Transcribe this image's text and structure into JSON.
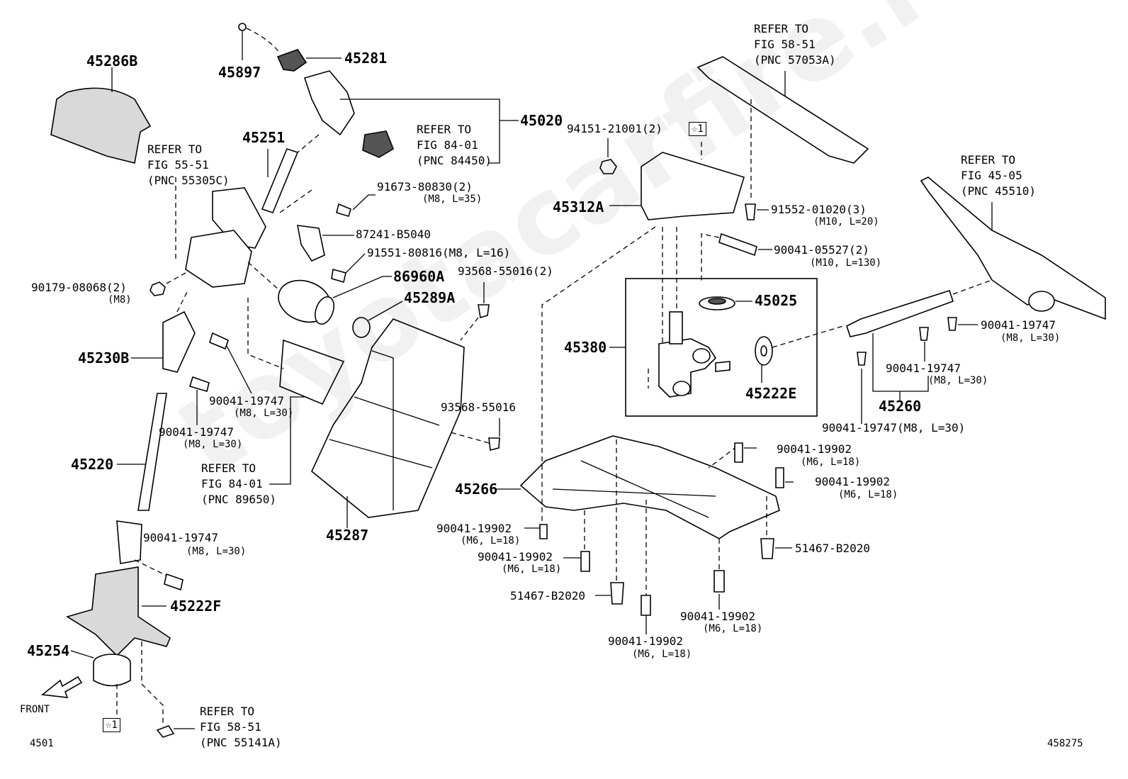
{
  "watermark": "toyotacarfire.ru",
  "corner": {
    "figure_code": "4501",
    "illustration_number": "458275"
  },
  "front_label": "FRONT",
  "star_ref": "☆1",
  "parts": {
    "p45286B": "45286B",
    "p45897": "45897",
    "p45281": "45281",
    "p45020": "45020",
    "p45251": "45251",
    "p91673": "91673-80830(2)",
    "p91673_spec": "(M8, L=35)",
    "p87241": "87241-B5040",
    "p91551": "91551-80816(M8, L=16)",
    "p86960A": "86960A",
    "p93568_2": "93568-55016(2)",
    "p45289A": "45289A",
    "p90179": "90179-08068(2)",
    "p90179_spec": "(M8)",
    "p45230B": "45230B",
    "p90041a": "90041-19747",
    "p90041a_spec": "(M8, L=30)",
    "p90041b": "90041-19747",
    "p90041b_spec": "(M8, L=30)",
    "p45220": "45220",
    "p93568": "93568-55016",
    "p90041c": "90041-19747",
    "p90041c_spec": "(M8, L=30)",
    "p45287": "45287",
    "p45222F": "45222F",
    "p45254": "45254",
    "p94151": "94151-21001(2)",
    "p45312A": "45312A",
    "p91552": "91552-01020(3)",
    "p91552_spec": "(M10, L=20)",
    "p90041_055": "90041-05527(2)",
    "p90041_055_spec": "(M10, L=130)",
    "p45025": "45025",
    "p45380": "45380",
    "p45222E": "45222E",
    "p90041d": "90041-19747",
    "p90041d_spec": "(M8, L=30)",
    "p90041e": "90041-19747",
    "p90041e_spec": "(M8, L=30)",
    "p45260": "45260",
    "p90041f": "90041-19747(M8, L=30)",
    "p45266": "45266",
    "p19902a": "90041-19902",
    "p19902a_spec": "(M6, L=18)",
    "p19902b": "90041-19902",
    "p19902b_spec": "(M6, L=18)",
    "p51467a": "51467-B2020",
    "p19902c": "90041-19902",
    "p19902c_spec": "(M6, L=18)",
    "p19902d": "90041-19902",
    "p19902d_spec": "(M6, L=18)",
    "p51467b": "51467-B2020",
    "p19902e": "90041-19902",
    "p19902e_spec": "(M6, L=18)",
    "p19902f": "90041-19902",
    "p19902f_spec": "(M6, L=18)"
  },
  "refs": {
    "fig55": "REFER TO\nFIG 55-51\n(PNC 55305C)",
    "fig84a": "REFER TO\nFIG 84-01\n(PNC 84450)",
    "fig84b": "REFER TO\nFIG 84-01\n(PNC 89650)",
    "fig58a": "REFER TO\nFIG 58-51\n(PNC 57053A)",
    "fig45": "REFER TO\nFIG 45-05\n(PNC 45510)",
    "fig58b": "REFER TO\nFIG 58-51\n(PNC 55141A)"
  }
}
